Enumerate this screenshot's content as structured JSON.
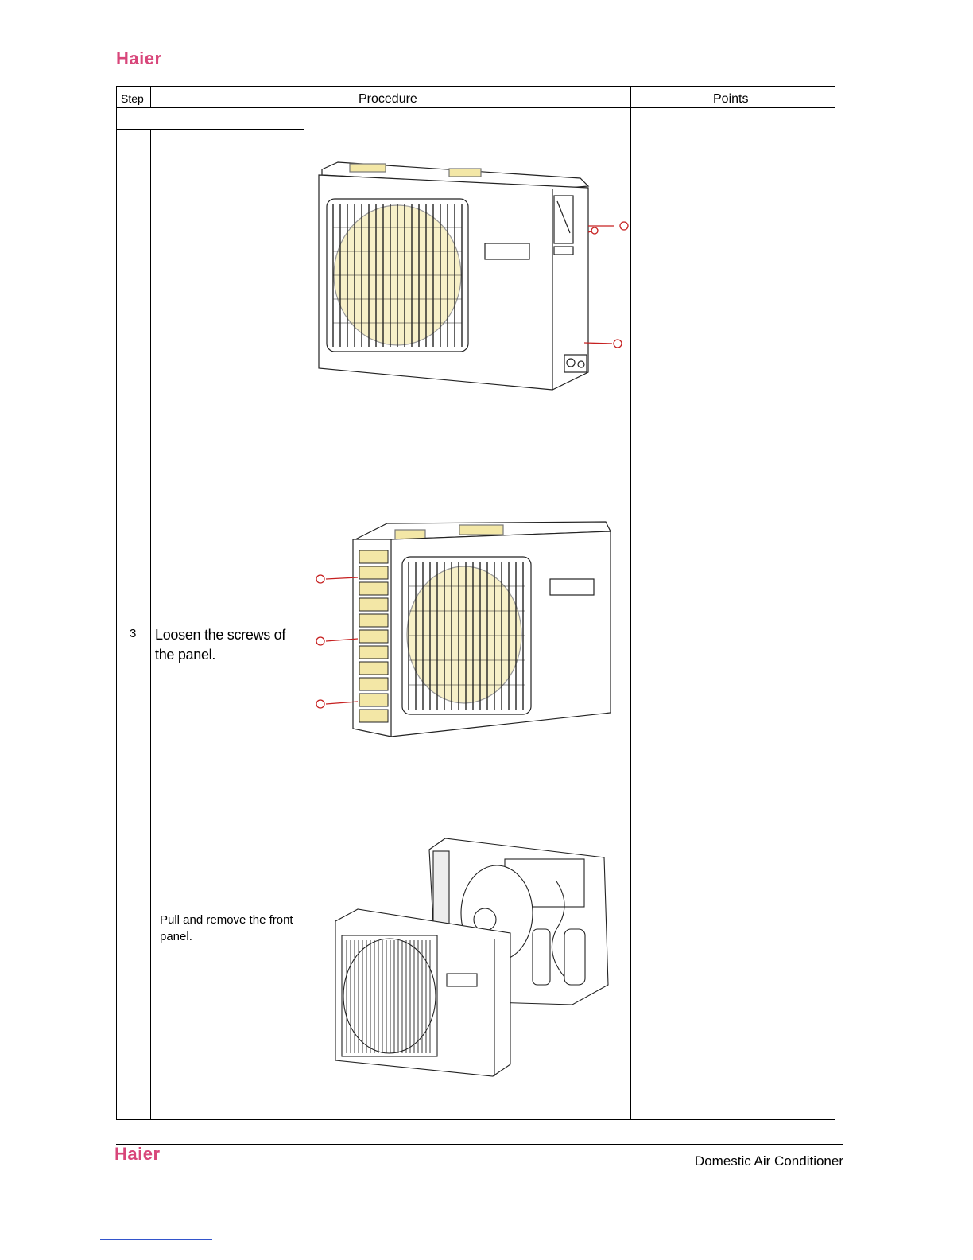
{
  "header": {
    "brand": "Haier"
  },
  "table": {
    "columns": {
      "step": "Step",
      "procedure": "Procedure",
      "points": "Points"
    },
    "row": {
      "step_number": "3",
      "instructions": [
        "Loosen the screws of the panel.",
        "Pull and remove the front panel."
      ],
      "figures": [
        {
          "icon": "outdoor-unit-rear-side-screws-diagram"
        },
        {
          "icon": "outdoor-unit-front-side-screws-diagram"
        },
        {
          "icon": "outdoor-unit-front-panel-removed-diagram"
        }
      ]
    }
  },
  "footer": {
    "brand": "Haier",
    "title": "Domestic Air Conditioner"
  },
  "colors": {
    "brand": "#d8467a",
    "screw": "#c62020",
    "accent_fill": "#f3e7a6"
  }
}
